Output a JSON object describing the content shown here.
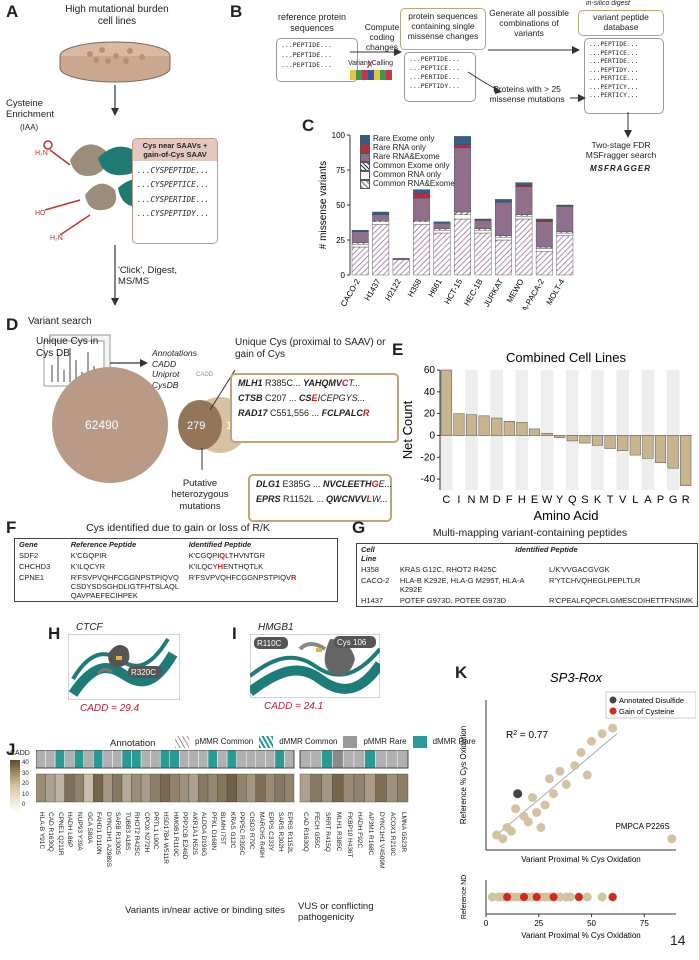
{
  "panels": {
    "A": "A",
    "B": "B",
    "C": "C",
    "D": "D",
    "E": "E",
    "F": "F",
    "G": "G",
    "H": "H",
    "I": "I",
    "J": "J",
    "K": "K"
  },
  "page_number": "14",
  "A": {
    "title": "High mutational burden cell lines",
    "enrichment": "Cysteine Enrichment",
    "iaa": "(IAA)",
    "click": "'Click', Digest, MS/MS",
    "variant_search": "Variant search",
    "annotations": [
      "Annotations",
      "CADD",
      "Uniprot",
      "CysDB"
    ],
    "cadd_logo": "CADD",
    "up_logo": "UP",
    "saav_box_title": "Cys near SAAVs + gain-of-Cys SAAV",
    "saav_peptides": [
      "...CYSPEPTIDE...",
      "...CYSPEPTICE...",
      "...CYSPERTIDE...",
      "...CYSPEPTIDY..."
    ]
  },
  "B": {
    "ref": "reference protein sequences",
    "compute": "Compute coding changes",
    "variant_calling": "Variant Calling",
    "protein_single": "protein sequences containing single missense changes",
    "generate": "Generate all possible combinations of variants",
    "in_silico": "in-silico digest",
    "vpd": "variant peptide database",
    "proteins25": "Proteins with > 25 missense mutations",
    "twostage": "Two-stage FDR MSFragger search",
    "msfragger": "MSFRAGGER",
    "ref_peps": [
      "...PEPTIDE...",
      "...PEPTIDE...",
      "...PEPTIDE..."
    ],
    "single_peps": [
      "...PEPTIDE...",
      "...PEPTICE...",
      "...PERTIDE...",
      "...PEPTIDY..."
    ],
    "db_peps": [
      "...PEPTIDE...",
      "...PEPTICE...",
      "...PERTIDE...",
      "...PEPTIDY...",
      "...PERTICE...",
      "...PEPTICY...",
      "...PERTICY..."
    ]
  },
  "chart_data": [
    {
      "id": "C",
      "type": "bar",
      "stacked": true,
      "ylabel": "# missense variants",
      "ylim": [
        0,
        100
      ],
      "yticks": [
        0,
        25,
        50,
        75,
        100
      ],
      "categories": [
        "CACO-2",
        "H1437",
        "H2122",
        "H358",
        "H661",
        "HCT-15",
        "HEC-1B",
        "JURKAT",
        "MEWO",
        "MIA-PACA-2",
        "MOLT-4"
      ],
      "legend": [
        "Rare Exome only",
        "Rare RNA only",
        "Rare RNA&Exome",
        "Common Exome only",
        "Common RNA only",
        "Common RNA&Exome"
      ],
      "colors": {
        "rare_exome": "#2f5f8c",
        "rare_rna": "#c8263a",
        "rare_both": "#8f6f8c",
        "common_exome": "#1d3f66",
        "common_rna": "#ffffff",
        "common_both": "#b08fb0"
      },
      "series": [
        {
          "key": "common_both",
          "values": [
            20,
            36,
            11,
            36,
            30,
            40,
            30,
            25,
            40,
            17,
            28
          ]
        },
        {
          "key": "common_rna",
          "values": [
            2,
            2,
            0,
            2,
            2,
            3,
            2,
            2,
            2,
            2,
            2
          ]
        },
        {
          "key": "common_exome",
          "values": [
            1,
            1,
            0,
            1,
            1,
            2,
            1,
            1,
            1,
            1,
            1
          ]
        },
        {
          "key": "rare_both",
          "values": [
            8,
            4,
            1,
            16,
            4,
            46,
            6,
            24,
            20,
            18,
            18
          ]
        },
        {
          "key": "rare_rna",
          "values": [
            0,
            0,
            0,
            3,
            0,
            2,
            0,
            0,
            1,
            1,
            0
          ]
        },
        {
          "key": "rare_exome",
          "values": [
            1,
            2,
            0,
            3,
            1,
            6,
            1,
            2,
            2,
            1,
            1
          ]
        }
      ]
    },
    {
      "id": "E",
      "type": "bar",
      "title": "Combined Cell Lines",
      "xlabel": "Amino Acid",
      "ylabel": "Net Count",
      "ylim": [
        -50,
        60
      ],
      "yticks": [
        -40,
        -20,
        0,
        20,
        40,
        60
      ],
      "categories": [
        "C",
        "I",
        "N",
        "M",
        "D",
        "F",
        "H",
        "E",
        "W",
        "Y",
        "Q",
        "S",
        "K",
        "T",
        "V",
        "L",
        "A",
        "P",
        "G",
        "R"
      ],
      "values": [
        60,
        20,
        19,
        18,
        16,
        13,
        12,
        6,
        2,
        -2,
        -5,
        -7,
        -9,
        -12,
        -14,
        -18,
        -21,
        -25,
        -30,
        -46
      ],
      "color": "#c7b58f"
    },
    {
      "id": "K",
      "type": "scatter",
      "title": "SP3-Rox",
      "xlabel": "Variant Proximal  %  Cys  Oxidation",
      "ylabel": "Reference  %  Cys  Oxidation",
      "r2": "R",
      "r2_sup": "2",
      "r2_val": " =  0.77",
      "legend": [
        "Annotated Disulfide",
        "Gain of Cysteine"
      ],
      "annotation": "PMPCA P226S",
      "xlim": [
        0,
        90
      ],
      "ylim": [
        0,
        80
      ],
      "points": [
        [
          5,
          8
        ],
        [
          8,
          6
        ],
        [
          10,
          12
        ],
        [
          12,
          10
        ],
        [
          14,
          22
        ],
        [
          15,
          30
        ],
        [
          18,
          18
        ],
        [
          20,
          15
        ],
        [
          22,
          28
        ],
        [
          24,
          20
        ],
        [
          26,
          12
        ],
        [
          28,
          24
        ],
        [
          30,
          38
        ],
        [
          32,
          30
        ],
        [
          35,
          42
        ],
        [
          38,
          35
        ],
        [
          42,
          45
        ],
        [
          45,
          52
        ],
        [
          48,
          40
        ],
        [
          50,
          58
        ],
        [
          55,
          62
        ],
        [
          60,
          65
        ],
        [
          88,
          6
        ]
      ],
      "special": [
        {
          "x": 15,
          "y": 30,
          "kind": "disulfide"
        }
      ],
      "bottom_ylabel": "Reference ND",
      "bottom_xlabel": "Variant Proximal  %  Cys  Oxidation",
      "bottom_xticks": [
        "0",
        "25",
        "50",
        "75"
      ],
      "bottom_points": [
        3,
        6,
        8,
        10,
        12,
        14,
        16,
        18,
        20,
        22,
        24,
        26,
        28,
        30,
        32,
        35,
        38,
        40,
        44,
        48,
        55,
        60
      ],
      "bottom_red": [
        10,
        18,
        24,
        32,
        44,
        60
      ]
    }
  ],
  "D": {
    "unique_cys_db": "Unique Cys in Cys DB",
    "n_db": "62490",
    "n_overlap": "279",
    "n_new": "134",
    "unique_prox": "Unique Cys (proximal to SAAV) or gain of Cys",
    "putative": "Putative heterozygous mutations",
    "box1": [
      {
        "gene": "MLH1",
        "mut": "R385C...",
        "pep_pre": "YAHQMV",
        "pep_red": "C",
        "pep_post": "T..."
      },
      {
        "gene": "CTSB",
        "mut": "C207 ...",
        "pep_pre": "CS",
        "pep_red": "E",
        "pep_post": "ICEPGYS..."
      },
      {
        "gene": "RAD17",
        "mut": "C551,556 ...",
        "pep_pre": "FCLPALC",
        "pep_red": "R",
        "pep_post": ""
      }
    ],
    "box2": [
      {
        "gene": "DLG1",
        "mut": "E385G ...",
        "pep_pre": "NVCLEETH",
        "pep_red": "G",
        "pep_post": "E..."
      },
      {
        "gene": "EPRS",
        "mut": "R1152L ...",
        "pep_pre": "QWCNVV",
        "pep_red": "L",
        "pep_post": "W..."
      }
    ]
  },
  "F": {
    "title": "Cys identified due to gain or loss of R/K",
    "headers": [
      "Gene",
      "Reference Peptide",
      "Identified Peptide"
    ],
    "rows": [
      {
        "gene": "SDF2",
        "ref": "K'CGQPIR",
        "id_pre": "K'CGQPI",
        "id_red": "Q",
        "id_post": "LTHVNTGR"
      },
      {
        "gene": "CHCHD3",
        "ref": "K'ILQCYR",
        "id_pre": "K'ILQCY",
        "id_red": "H",
        "id_post": "ENTHQTLK"
      },
      {
        "gene": "CPNE1",
        "ref": "R'FSVPVQHFCGGNPSTPIQVQCSDYSDSGHDLIGTFHTSLAQLQAVPAEFECIHPEK",
        "id_pre": "R'FSVPVQHFCGGNPSTPIQV",
        "id_red": "R",
        "id_post": ""
      }
    ]
  },
  "G": {
    "title": "Multi-mapping variant-containing peptides",
    "headers": [
      "Cell Line",
      "Identified Peptide"
    ],
    "rows": [
      {
        "cell": "H358",
        "desc": "KRAS G12C, RHOT2 R425C",
        "pep": "L/K'VVGACGVGK"
      },
      {
        "cell": "CACO-2",
        "desc": "HLA-B K292E, HLA-G M295T, HLA-A K292E",
        "pep": "R'YTCHVQHEGLPEPLTLR"
      },
      {
        "cell": "H1437",
        "desc": "POTEF G973D, POTEE G973D",
        "pep": "R'CPEALFQPCFLGMESCDIHETTFNSIMK"
      }
    ]
  },
  "H": {
    "gene": "CTCF",
    "mut": "R320C",
    "cadd": "CADD = 29.4"
  },
  "I": {
    "gene": "HMGB1",
    "mut1": "R110C",
    "mut2": "Cys 106",
    "cadd": "CADD = 24.1"
  },
  "J": {
    "annotation_label": "Annotation",
    "legend": [
      "pMMR Common",
      "dMMR Common",
      "pMMR Rare",
      "dMMR Rare"
    ],
    "cadd_label": "CADD",
    "cadd_ticks": [
      "40",
      "30",
      "20",
      "10",
      "0"
    ],
    "left_variants": [
      "HLA-B Y91C",
      "CAD R1630Q",
      "CPNE1 Q211R",
      "HADH L86P",
      "NUP93 Y39A",
      "GCA S80A",
      "FAHD1 D110N",
      "DYNC1H1 A2989S",
      "SARB R1300S",
      "TUBB3 A18S",
      "RHOT2 R425C",
      "CPOX N272H",
      "PRTL1 L90C",
      "HSD17B4 W511R",
      "HMGB1 R110C",
      "PPP2CB E246D",
      "AKR1A1 N52S",
      "ALDOA D196G",
      "PFKL D168N",
      "BLMH I75T",
      "KRAS G12C",
      "PPP5C R395C",
      "CISD3 R79C",
      "MARCH5 R49H",
      "EPPS C333Y",
      "SARS R302H",
      "EPRS R1152L"
    ],
    "right_variants": [
      "CAD R1630Q",
      "FECH G55C",
      "SRRT R415Q",
      "MLH1 R385C",
      "FKBP10 H436T",
      "HADH F92C",
      "AP3M1 R168C",
      "DYNC1H1 V4509M",
      "ACOX1 R210C",
      "LMNA G523R"
    ],
    "left_caption": "Variants in/near active or binding sites",
    "right_caption": "VUS or conflicting pathogenicity"
  }
}
